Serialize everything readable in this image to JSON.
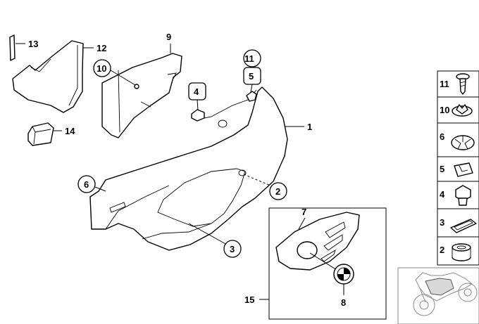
{
  "callouts": {
    "c1": "1",
    "c2": "2",
    "c3": "3",
    "c4": "4",
    "c5": "5",
    "c6": "6",
    "c7": "7",
    "c8": "8",
    "c9": "9",
    "c10": "10",
    "c11": "11",
    "c12": "12",
    "c13": "13",
    "c14": "14",
    "c15": "15"
  },
  "legend": {
    "items": [
      "11",
      "10",
      "6",
      "5",
      "4",
      "3",
      "2"
    ]
  },
  "thumbnail_icon": "motorcycle-icon"
}
